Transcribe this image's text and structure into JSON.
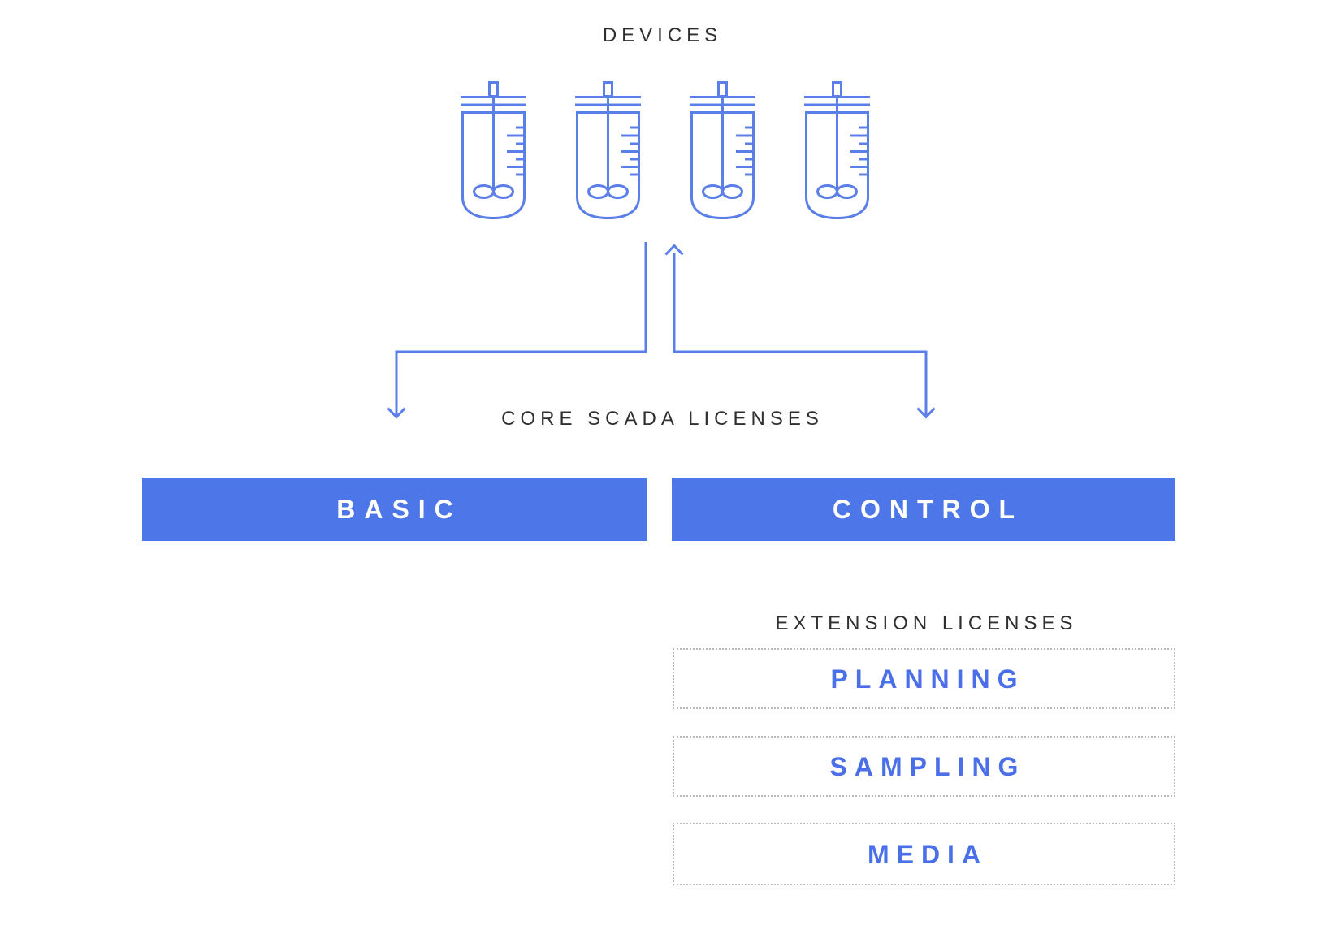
{
  "colors": {
    "box_fill_blue": "#4d76e8",
    "line_blue": "#5b7fe9",
    "license_text_blue": "#4a6fe8",
    "label_text_dark": "#2f2f2f",
    "dotted_border_gray": "#b9b9b9",
    "background": "#ffffff",
    "box_label_white": "#ffffff"
  },
  "devices_section": {
    "title": "DEVICES",
    "device_count": 4,
    "device_icon": "bioreactor-icon"
  },
  "core_section": {
    "label": "CORE SCADA LICENSES",
    "licenses": [
      {
        "name": "BASIC"
      },
      {
        "name": "CONTROL"
      }
    ]
  },
  "extension_section": {
    "label": "EXTENSION LICENSES",
    "licenses": [
      {
        "name": "PLANNING"
      },
      {
        "name": "SAMPLING"
      },
      {
        "name": "MEDIA"
      }
    ]
  }
}
